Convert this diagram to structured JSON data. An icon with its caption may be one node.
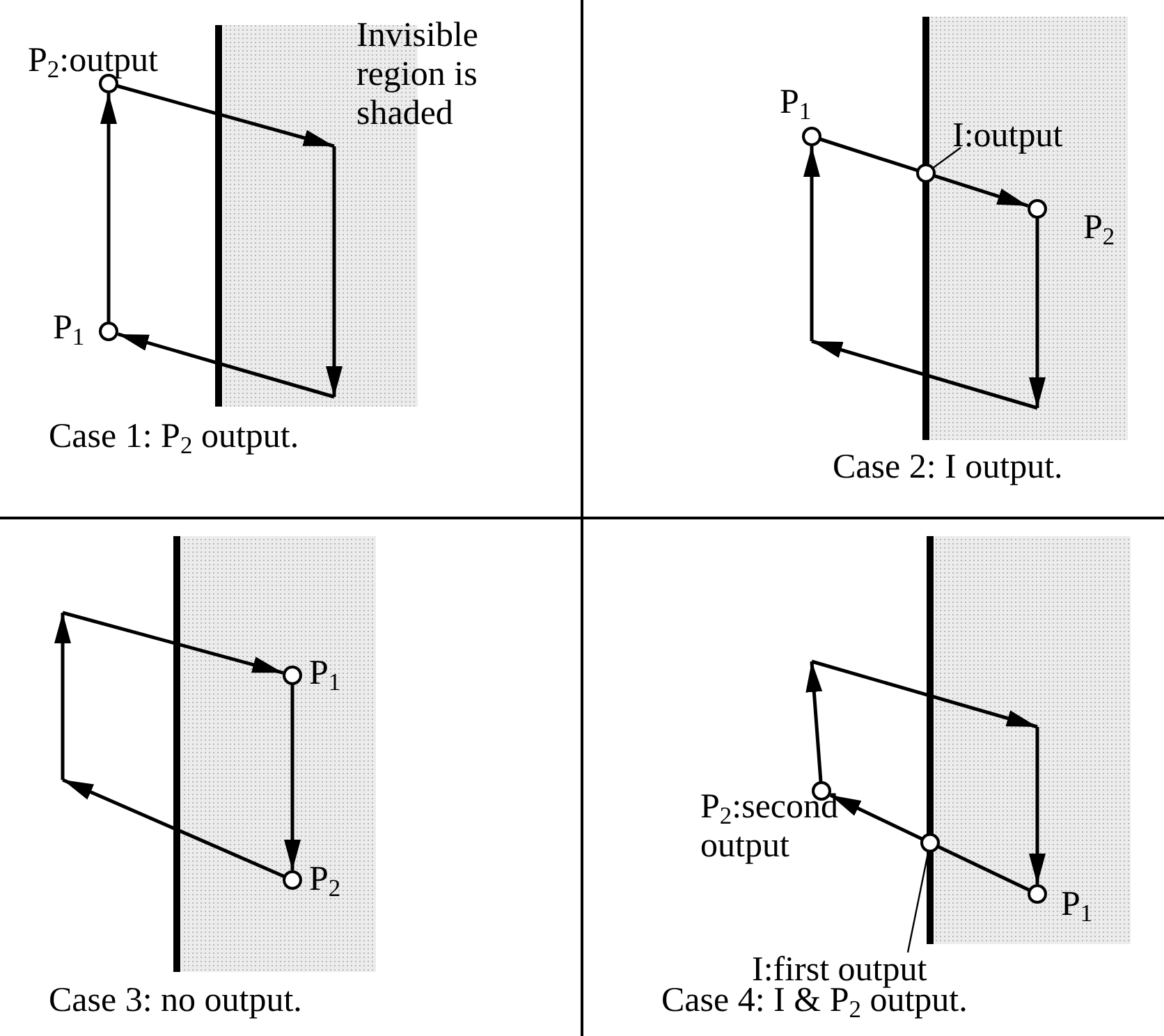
{
  "diagram": {
    "labels": [
      "P$_{2}$:output",
      "Invisible region is shaded",
      "P$_{1}$",
      "Case 1: P$_{2}$ output.",
      "P$_{1}$",
      "I:output",
      "P$_{2}$",
      "Case 2: I output.",
      "P$_{1}$",
      "P$_{2}$",
      "Case 3: no output.",
      "P$_{2}$:second output",
      "I:first output",
      "P$_{1}$",
      "Case 4: I & P$_{2}$ output."
    ]
  }
}
